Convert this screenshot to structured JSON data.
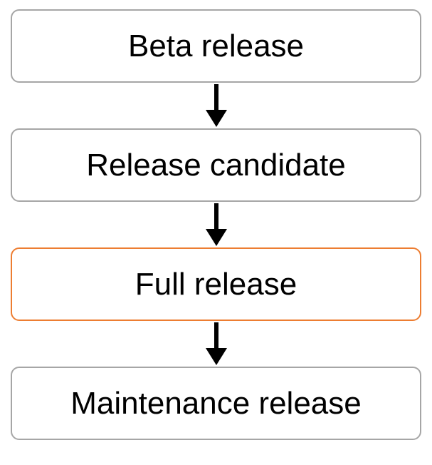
{
  "diagram": {
    "title": "release-stages-flowchart",
    "connector_type": "down-arrow",
    "nodes": [
      {
        "label": "Beta release",
        "highlighted": false
      },
      {
        "label": "Release candidate",
        "highlighted": false
      },
      {
        "label": "Full release",
        "highlighted": true
      },
      {
        "label": "Maintenance release",
        "highlighted": false
      }
    ]
  },
  "colors": {
    "default_border": "#A6A6A6",
    "highlight_border": "#ED7D31",
    "arrow": "#000000",
    "background": "#FFFFFF",
    "text": "#000000"
  }
}
